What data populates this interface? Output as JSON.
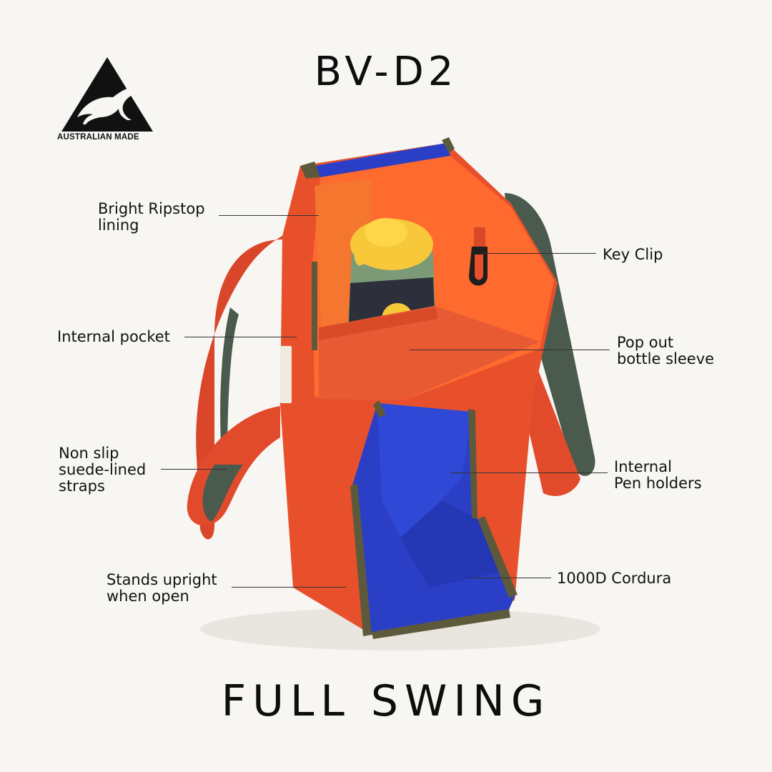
{
  "product_code": "BV-D2",
  "product_name": "FULL SWING",
  "badge": {
    "text": "AUSTRALIAN MADE"
  },
  "features": {
    "bright_ripstop": [
      "Bright Ripstop",
      "lining"
    ],
    "internal_pocket": [
      "Internal pocket"
    ],
    "non_slip_straps": [
      "Non slip",
      "suede-lined",
      "straps"
    ],
    "stands_upright": [
      "Stands upright",
      "when open"
    ],
    "key_clip": [
      "Key Clip"
    ],
    "bottle_sleeve": [
      "Pop out",
      "bottle sleeve"
    ],
    "pen_holders": [
      "Internal",
      "Pen holders"
    ],
    "cordura": [
      "1000D Cordura"
    ]
  },
  "colors": {
    "background": "#f7f6f3",
    "bag_orange": "#e8502c",
    "lining_orange": "#ff6a2e",
    "cordura_blue": "#2a3fc6",
    "trim_olive": "#5d5a3c",
    "strap_green": "#4a5a4c",
    "bottle_yellow": "#f6c83a",
    "bottle_green": "#7c9a76"
  }
}
